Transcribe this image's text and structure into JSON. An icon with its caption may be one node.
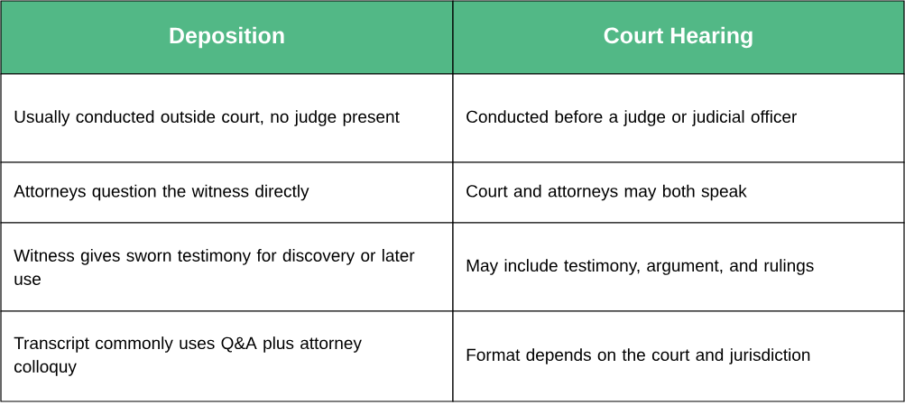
{
  "diagram": {
    "labels": [
      "Deposition",
      "Court Hearing",
      "Usually conducted outside court, no judge present",
      "Conducted before a judge or judicial officer",
      "Attorneys question the witness directly",
      "Court and attorneys may both speak",
      "Witness gives sworn testimony for discovery or later use",
      "May include testimony, argument, and rulings",
      "Transcript commonly uses Q&A plus attorney colloquy",
      "Format depends on the court and jurisdiction"
    ]
  }
}
